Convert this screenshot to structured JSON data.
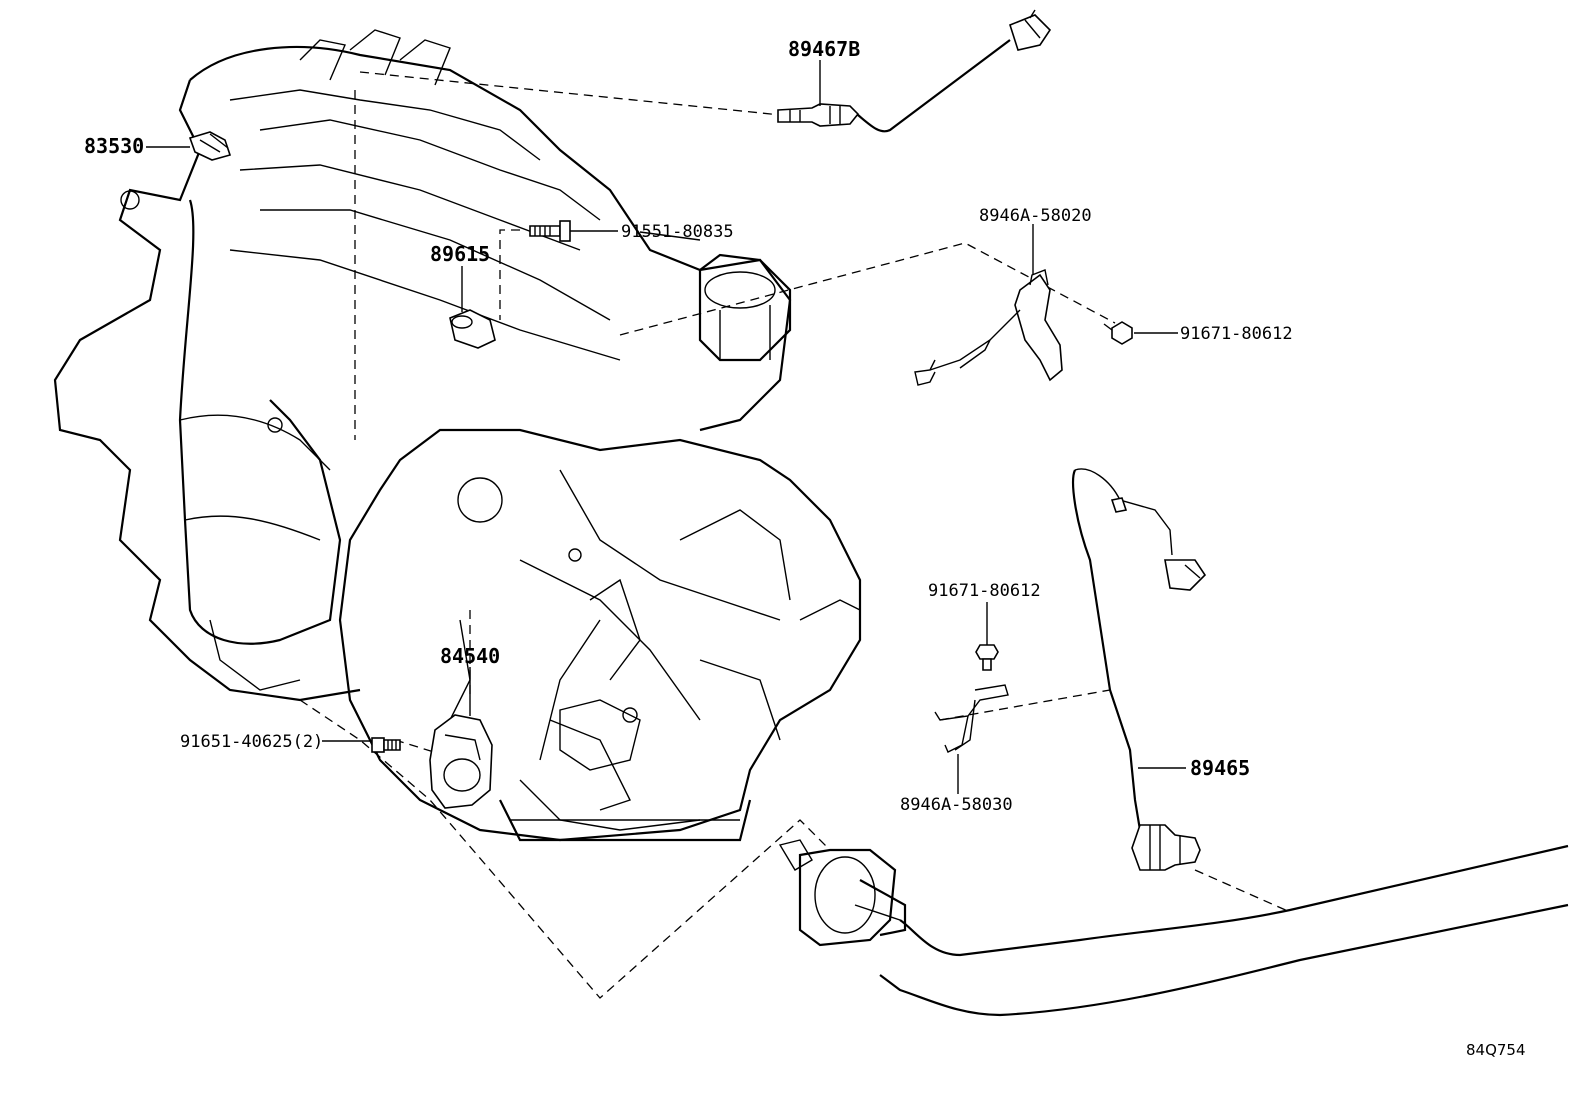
{
  "callouts": {
    "p89467b": "89467B",
    "p83530": "83530",
    "p91551": "91551-80835",
    "p89615": "89615",
    "p8946a58020": "8946A-58020",
    "p91671a": "91671-80612",
    "p91671b": "91671-80612",
    "p84540": "84540",
    "p91651": "91651-40625(2)",
    "p89465": "89465",
    "p8946a58030": "8946A-58030"
  },
  "reference_code": "84Q754"
}
